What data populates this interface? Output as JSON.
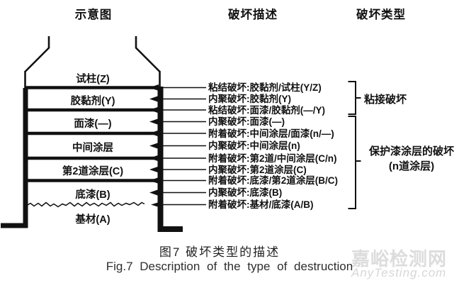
{
  "headers": {
    "schematic": "示意图",
    "description": "破坏描述",
    "type": "破坏类型"
  },
  "schematic": {
    "layers": [
      {
        "label": "试柱(Z)"
      },
      {
        "label": "胶黏剂(Y)"
      },
      {
        "label": "面漆(—)"
      },
      {
        "label": "中间涂层"
      },
      {
        "label": "第2道涂层(C)"
      },
      {
        "label": "底漆(B)"
      },
      {
        "label": "基材(A)"
      }
    ]
  },
  "descriptions": [
    {
      "text": "粘结破坏:胶黏剂/试柱(Y/Z)"
    },
    {
      "text": "内聚破坏:胶黏剂(Y)"
    },
    {
      "text": "粘结破坏:面漆/胶黏剂(—/Y)"
    },
    {
      "text": "内聚破坏:面漆(—)"
    },
    {
      "text": "附着破坏:中间涂层/面漆(n/—)"
    },
    {
      "text": "内聚破坏:中间涂层(n)"
    },
    {
      "text": "附着破坏:第2道/中间涂层(C/n)"
    },
    {
      "text": "内聚破坏:第2道涂层(C)"
    },
    {
      "text": "附着破坏:底漆/第2道涂层(B/C)"
    },
    {
      "text": "内聚破坏:底漆(B)"
    },
    {
      "text": "附着破坏:基材/底漆(A/B)"
    }
  ],
  "failure_types": {
    "adhesion": {
      "label": "粘接破坏"
    },
    "coating": {
      "label_line1": "保护漆涂层的破坏",
      "label_line2": "(n道涂层)"
    }
  },
  "caption": {
    "zh": "图7 破坏类型的描述",
    "en": "Fig.7 Description of the type of destruction"
  },
  "watermark": {
    "zh": "嘉峪检测网",
    "en": "AnyTesting.com"
  },
  "colors": {
    "ink": "#111111",
    "watermark": "#dcdcdc",
    "background": "#ffffff"
  }
}
